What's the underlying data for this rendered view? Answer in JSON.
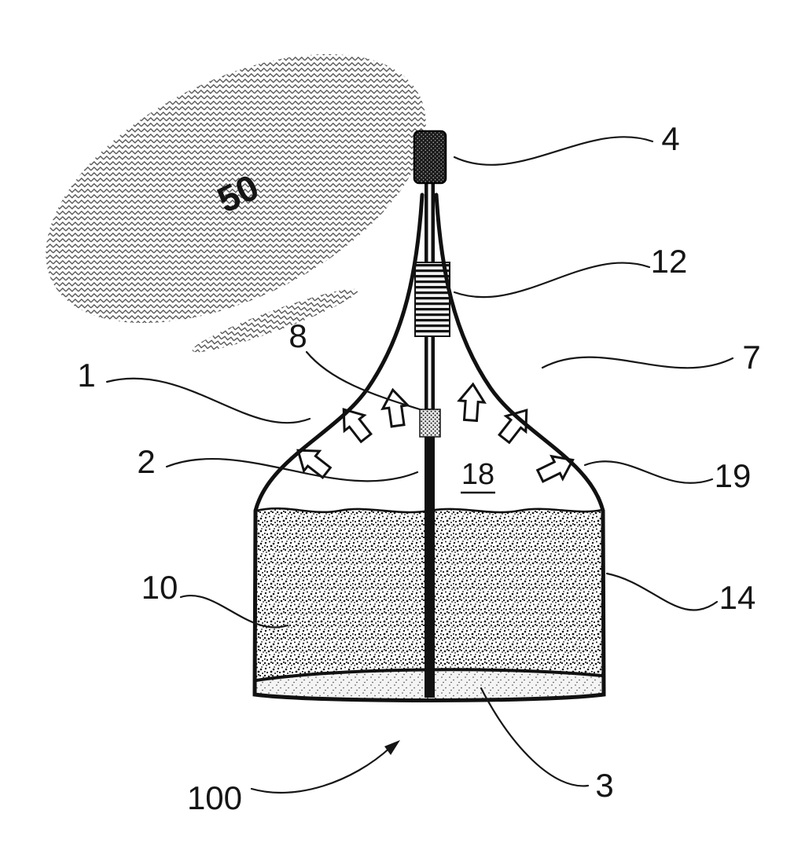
{
  "labels": {
    "n50": "50",
    "n4": "4",
    "n12": "12",
    "n7": "7",
    "n8": "8",
    "n1": "1",
    "n2": "2",
    "n18": "18",
    "n19": "19",
    "n10": "10",
    "n14": "14",
    "n3": "3",
    "n100": "100"
  },
  "colors": {
    "line": "#111111",
    "background": "#ffffff"
  }
}
